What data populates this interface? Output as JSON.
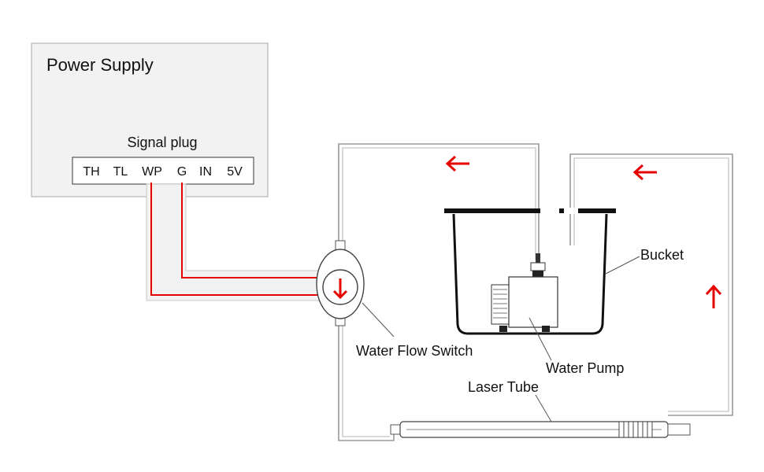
{
  "power_supply": {
    "title": "Power Supply",
    "signal_plug_label": "Signal plug",
    "terminals": [
      "TH",
      "TL",
      "WP",
      "G",
      "IN",
      "5V"
    ]
  },
  "components": {
    "water_flow_switch": "Water Flow Switch",
    "bucket": "Bucket",
    "water_pump": "Water Pump",
    "laser_tube": "Laser Tube"
  },
  "colors": {
    "wire": "#e60000",
    "arrow": "#e60000",
    "panel_fill": "#f2f2f2",
    "panel_stroke": "#b5b5b5",
    "pipe": "#9a9a9a"
  },
  "flow_arrows": [
    {
      "name": "flow-arrow-top-left",
      "direction": "left"
    },
    {
      "name": "flow-arrow-top-right",
      "direction": "left"
    },
    {
      "name": "flow-arrow-right-side",
      "direction": "up"
    },
    {
      "name": "flow-arrow-switch",
      "direction": "down"
    }
  ]
}
